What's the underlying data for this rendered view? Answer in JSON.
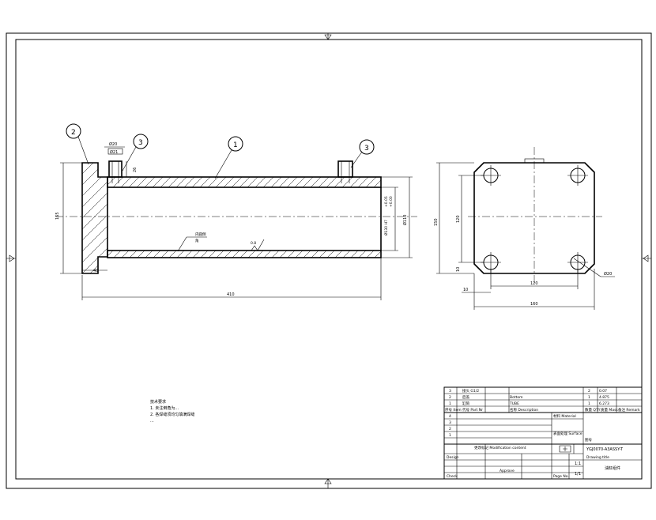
{
  "balloons": [
    "2",
    "3",
    "1",
    "3"
  ],
  "dims": {
    "d20": "Ø20",
    "d21": "Ø21",
    "d26": "26",
    "d165": "165",
    "d40": "40",
    "d410": "410",
    "d130tol": "Ø130 H7",
    "tol_upper": "+0.05",
    "tol_lower": "+0.00",
    "d110": "Ø110",
    "side_150": "150",
    "side_120v": "120",
    "side_10": "10",
    "side_120h": "120",
    "side_160": "160",
    "side_10b": "10",
    "hole": "Ø20",
    "roughness": "0.8",
    "weld_note_1": "内圆倒",
    "weld_note_2": "角"
  },
  "notes": {
    "title": "技术要求",
    "line1": "1. 未注倒角为...",
    "line2": "2. 各焊缝须均匀填满焊缝",
    "line3": "..."
  },
  "bom": {
    "rows": [
      {
        "no": "3",
        "name": "接头 G1/2",
        "desc": "",
        "qty": "2",
        "mass": "0.07"
      },
      {
        "no": "2",
        "name": "后盖",
        "desc": "Bottom",
        "qty": "1",
        "mass": "4.875"
      },
      {
        "no": "1",
        "name": "缸筒",
        "desc": "TUBE",
        "qty": "1",
        "mass": "6.273"
      }
    ],
    "header": {
      "no": "序号 Item",
      "name": "代号 Part Nr",
      "desc": "名称 Description",
      "qty": "数量 QTY",
      "mass": "质量 Mass",
      "remark": "备注 Remark"
    }
  },
  "titleblock": {
    "rev_rows": [
      "4",
      "3",
      "2",
      "1"
    ],
    "rev_header": "更改标记 Modification content",
    "material_label": "材料 Material",
    "surface_label": "表面处理 Surface",
    "scale": "1:1",
    "sheet": "1/1",
    "drawing_no_label": "图号",
    "drawing_no": "YGJ0070-A3ASSY-T",
    "title_label": "Drawing title",
    "title": "油缸组件",
    "approve": "Approve",
    "design": "Design",
    "check": "Check",
    "page_no": "Page No."
  }
}
